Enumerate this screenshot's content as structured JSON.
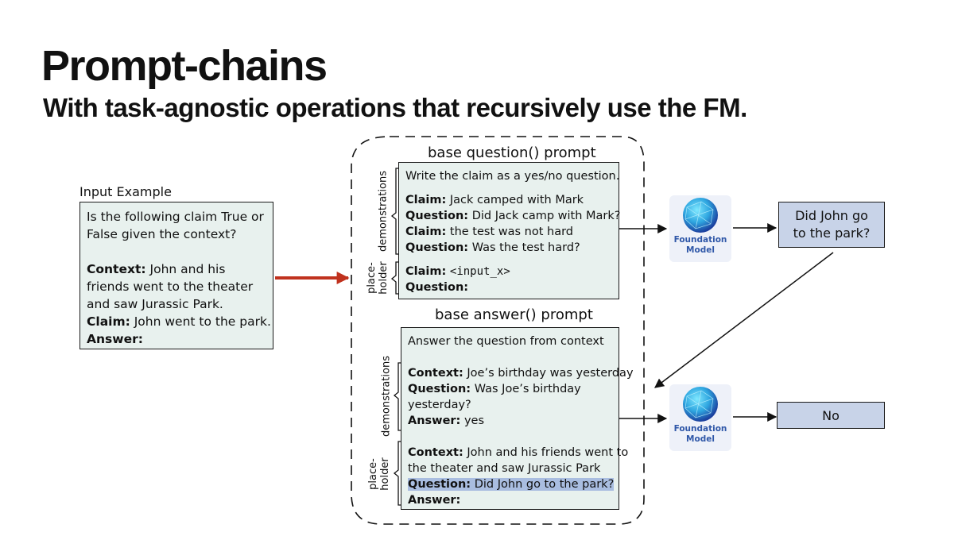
{
  "slide": {
    "title": "Prompt-chains",
    "subtitle": "With task-agnostic operations that recursively use the FM."
  },
  "input_example": {
    "label": "Input Example",
    "line1": "Is the following claim True or",
    "line2": "False given the context?",
    "context_label": "Context:",
    "context_line1": " John and his",
    "context_line2": "friends went to the theater",
    "context_line3": "and saw Jurassic Park.",
    "claim_label": "Claim:",
    "claim_text": " John went to the park.",
    "answer_label": "Answer:"
  },
  "question_prompt": {
    "heading": "base question() prompt",
    "instruction": "Write the claim as a yes/no question.",
    "claim1_label": "Claim:",
    "claim1_text": " Jack camped with Mark",
    "question1_label": "Question:",
    "question1_text": " Did Jack camp with Mark?",
    "claim2_label": "Claim:",
    "claim2_text": " the test was not hard",
    "question2_label": "Question:",
    "question2_text": " Was the test hard?",
    "claim3_label": "Claim:",
    "claim3_text": "<input_x>",
    "question3_label": "Question:",
    "demo_side_label": "demonstrations",
    "placeholder_side_line1": "place-",
    "placeholder_side_line2": "holder"
  },
  "answer_prompt": {
    "heading": "base answer() prompt",
    "instruction": "Answer the question from context",
    "context1_label": "Context:",
    "context1_text": " Joe’s birthday was yesterday",
    "question1_label": "Question:",
    "question1_text_a": " Was Joe’s birthday",
    "question1_text_b": "yesterday?",
    "answer1_label": "Answer:",
    "answer1_text": " yes",
    "context2_label": "Context:",
    "context2_text_a": " John and his friends went to",
    "context2_text_b": "the theater and saw Jurassic Park",
    "question2_label": "Question:",
    "question2_text": " Did John go to the park?",
    "answer2_label": "Answer:",
    "demo_side_label": "demonstrations",
    "placeholder_side_line1": "place-",
    "placeholder_side_line2": "holder"
  },
  "foundation_model": {
    "label_line1": "Foundation",
    "label_line2": "Model"
  },
  "outputs": {
    "question_line1": "Did John go",
    "question_line2": "to the park?",
    "answer": "No"
  },
  "colors": {
    "prompt_box": "#e8f1ee",
    "output_box": "#c8d3e8",
    "input_arrow": "#c0321e",
    "highlight": "#a9bde0",
    "fm_label": "#2f57a8"
  }
}
